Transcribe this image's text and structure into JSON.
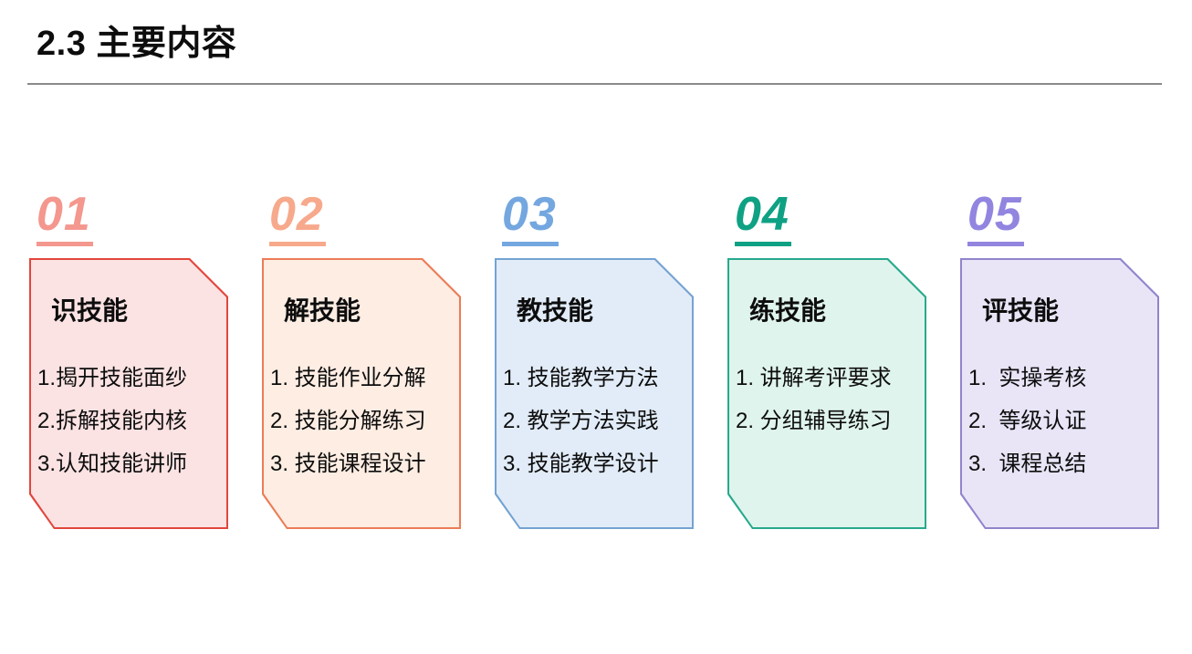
{
  "page": {
    "title": "2.3 主要内容",
    "divider_color": "#8a8a8a"
  },
  "cards": [
    {
      "number": "01",
      "accent": "#f4978e",
      "border": "#e2463c",
      "fill": "#fbe2e3",
      "heading": "识技能",
      "items": [
        "1.揭开技能面纱",
        "2.拆解技能内核",
        "3.认知技能讲师"
      ]
    },
    {
      "number": "02",
      "accent": "#f7a98c",
      "border": "#ec7c55",
      "fill": "#fdede3",
      "heading": "解技能",
      "items": [
        "1. 技能作业分解",
        "2. 技能分解练习",
        "3. 技能课程设计"
      ]
    },
    {
      "number": "03",
      "accent": "#74a7e0",
      "border": "#74a3d2",
      "fill": "#e2ecf8",
      "heading": "教技能",
      "items": [
        "1. 技能教学方法",
        "2. 教学方法实践",
        "3. 技能教学设计"
      ]
    },
    {
      "number": "04",
      "accent": "#0fa184",
      "border": "#27a98c",
      "fill": "#dff4ed",
      "heading": "练技能",
      "items": [
        "1. 讲解考评要求",
        "2. 分组辅导练习"
      ]
    },
    {
      "number": "05",
      "accent": "#9185e0",
      "border": "#9184cc",
      "fill": "#e9e5f7",
      "heading": "评技能",
      "items": [
        "1.  实操考核",
        "2.  等级认证",
        "3.  课程总结"
      ]
    }
  ]
}
